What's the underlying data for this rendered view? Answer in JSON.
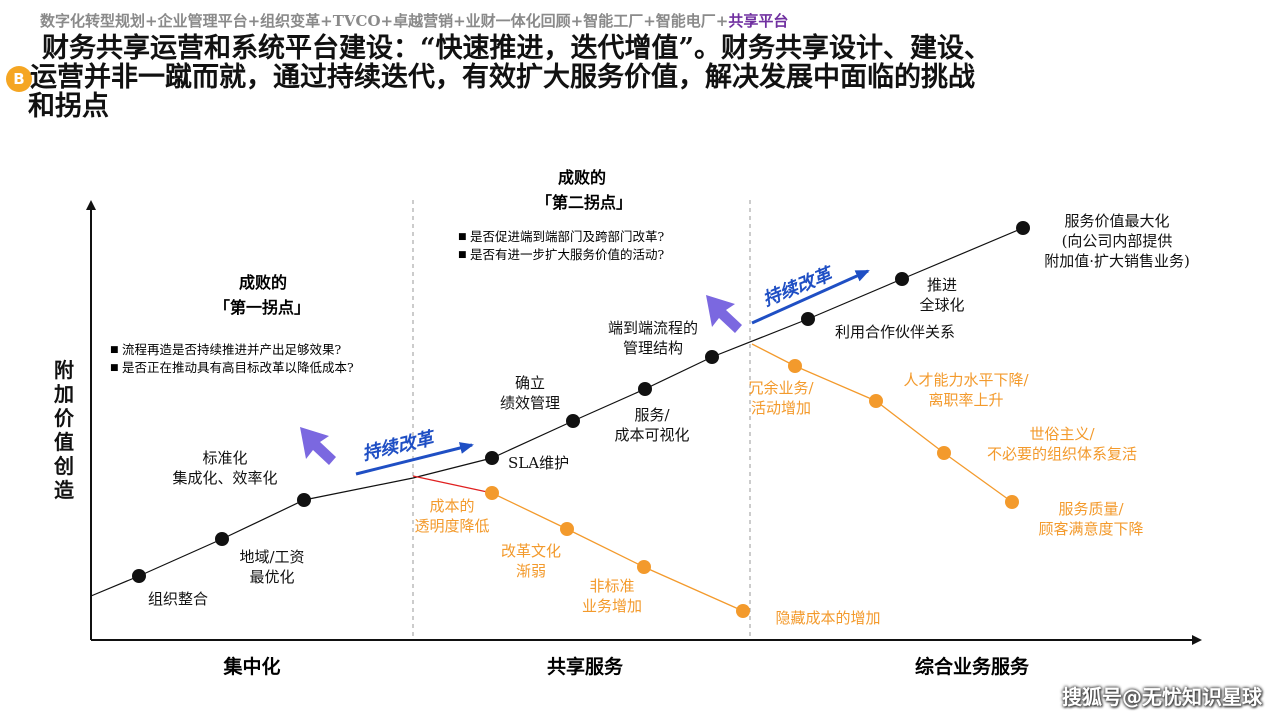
{
  "header": {
    "breadcrumb_prefix": "数字化转型规划+企业管理平台+组织变革+TVCO+卓越营销+业财一体化回顾+智能工厂+智能电厂+",
    "breadcrumb_active": "共享平台",
    "badge": "B",
    "title_line1": "财务共享运营和系统平台建设：“快速推进，迭代增值”。财务共享设计、建设、",
    "title_line2": "运营并非一蹴而就，通过持续迭代，有效扩大服务价值，解决发展中面临的挑战",
    "title_line3": "和拐点"
  },
  "diagram": {
    "y_axis_label": [
      "附",
      "加",
      "价",
      "值",
      "创",
      "造"
    ],
    "phases": [
      "集中化",
      "共享服务",
      "综合业务服务"
    ],
    "turning_point_1": {
      "heading": "成败的",
      "title": "「第一拐点」",
      "bullets": [
        "流程再造是否持续推进并产出足够效果?",
        "是否正在推动具有高目标改革以降低成本?"
      ]
    },
    "turning_point_2": {
      "heading": "成败的",
      "title": "「第二拐点」",
      "bullets": [
        "是否促进端到端部门及跨部门改革?",
        "是否有进一步扩大服务价值的活动?"
      ]
    },
    "continuous_reform_label": "持续改革",
    "growth_milestones": [
      {
        "lines": [
          "组织整合"
        ]
      },
      {
        "lines": [
          "地域/工资",
          "最优化"
        ]
      },
      {
        "lines": [
          "标准化",
          "集成化、效率化"
        ]
      },
      {
        "lines": [
          "SLA维护"
        ]
      },
      {
        "lines": [
          "确立",
          "绩效管理"
        ]
      },
      {
        "lines": [
          "服务/",
          "成本可视化"
        ]
      },
      {
        "lines": [
          "端到端流程的",
          "管理结构"
        ]
      },
      {
        "lines": [
          "利用合作伙伴关系"
        ]
      },
      {
        "lines": [
          "推进",
          "全球化"
        ]
      },
      {
        "lines": [
          "服务价值最大化",
          "(向公司内部提供",
          "附加值·扩大销售业务)"
        ]
      }
    ],
    "decline_1": [
      {
        "lines": [
          "成本的",
          "透明度降低"
        ]
      },
      {
        "lines": [
          "改革文化",
          "渐弱"
        ]
      },
      {
        "lines": [
          "非标准",
          "业务增加"
        ]
      },
      {
        "lines": [
          "隐藏成本的增加"
        ]
      }
    ],
    "decline_2": [
      {
        "lines": [
          "冗余业务/",
          "活动增加"
        ]
      },
      {
        "lines": [
          "人才能力水平下降/",
          "离职率上升"
        ]
      },
      {
        "lines": [
          "世俗主义/",
          "不必要的组织体系复活"
        ]
      },
      {
        "lines": [
          "服务质量/",
          "顾客满意度下降"
        ]
      }
    ]
  },
  "colors": {
    "orange": "#f39a2c",
    "arrow_blue": "#1f4fc4",
    "arrow_purple": "#7b68e0",
    "active_breadcrumb": "#7030a0"
  },
  "watermark": "搜狐号@无忧知识星球"
}
